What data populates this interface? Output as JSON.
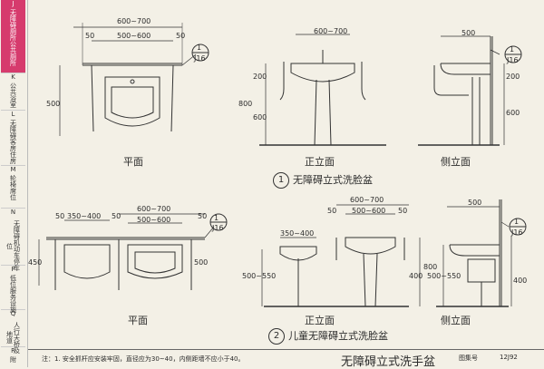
{
  "sidebar": [
    {
      "letter": "J",
      "text": "无障碍厕所公共厕所",
      "active": true
    },
    {
      "letter": "K",
      "text": "公共浴室",
      "active": false
    },
    {
      "letter": "L",
      "text": "无障碍客房住房",
      "active": false
    },
    {
      "letter": "M",
      "text": "轮椅席位",
      "active": false
    },
    {
      "letter": "N",
      "text": "无障碍机动车停车位",
      "active": false
    },
    {
      "letter": "P",
      "text": "低位服务设施",
      "active": false
    },
    {
      "letter": "Q",
      "text": "人行天桥及地道",
      "active": false
    },
    {
      "letter": "R",
      "text": "附",
      "active": false
    }
  ],
  "dims": {
    "d600_700": "600~700",
    "d500_600": "500~600",
    "d50": "50",
    "d500": "500",
    "d200": "200",
    "d800": "800",
    "d600": "600",
    "d350_400": "350~400",
    "d450": "450",
    "d400": "400",
    "d500_550": "500~550"
  },
  "refs": {
    "top": "1",
    "bottom": "J16"
  },
  "views": {
    "plan": "平面",
    "front": "正立面",
    "side": "侧立面"
  },
  "captions": {
    "c1_num": "1",
    "c1_text": "无障碍立式洗脸盆",
    "c2_num": "2",
    "c2_text": "儿童无障碍立式洗脸盆"
  },
  "footer": {
    "note": "注：1. 安全抓杆应安装牢固，直径应为30~40，内侧距墙不应小于40。",
    "title": "无障碍立式洗手盆",
    "fig_label": "图集号",
    "fig_no": "12J92"
  }
}
